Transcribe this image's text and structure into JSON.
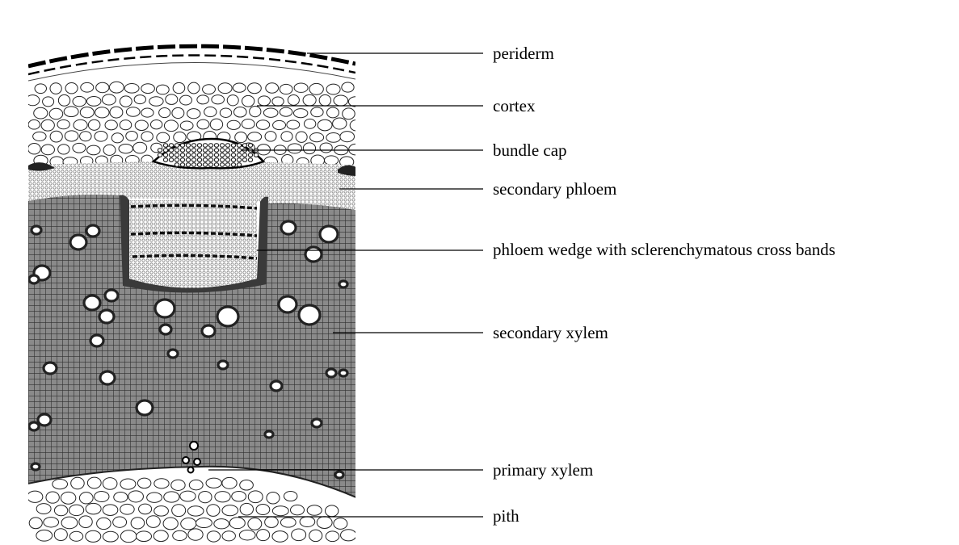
{
  "diagram": {
    "colors": {
      "ink": "#000000",
      "paper": "#ffffff",
      "xylem_fill": "#6a6a6a",
      "cell_wall": "#2a2a2a",
      "light_cell": "#ffffff"
    },
    "labels": [
      {
        "key": "periderm",
        "text": "periderm"
      },
      {
        "key": "cortex",
        "text": "cortex"
      },
      {
        "key": "bundle_cap",
        "text": "bundle cap"
      },
      {
        "key": "secondary_phloem",
        "text": "secondary phloem"
      },
      {
        "key": "phloem_wedge",
        "text": "phloem wedge with sclerenchymatous cross bands"
      },
      {
        "key": "secondary_xylem",
        "text": "secondary xylem"
      },
      {
        "key": "primary_xylem",
        "text": "primary xylem"
      },
      {
        "key": "pith",
        "text": "pith"
      }
    ]
  }
}
